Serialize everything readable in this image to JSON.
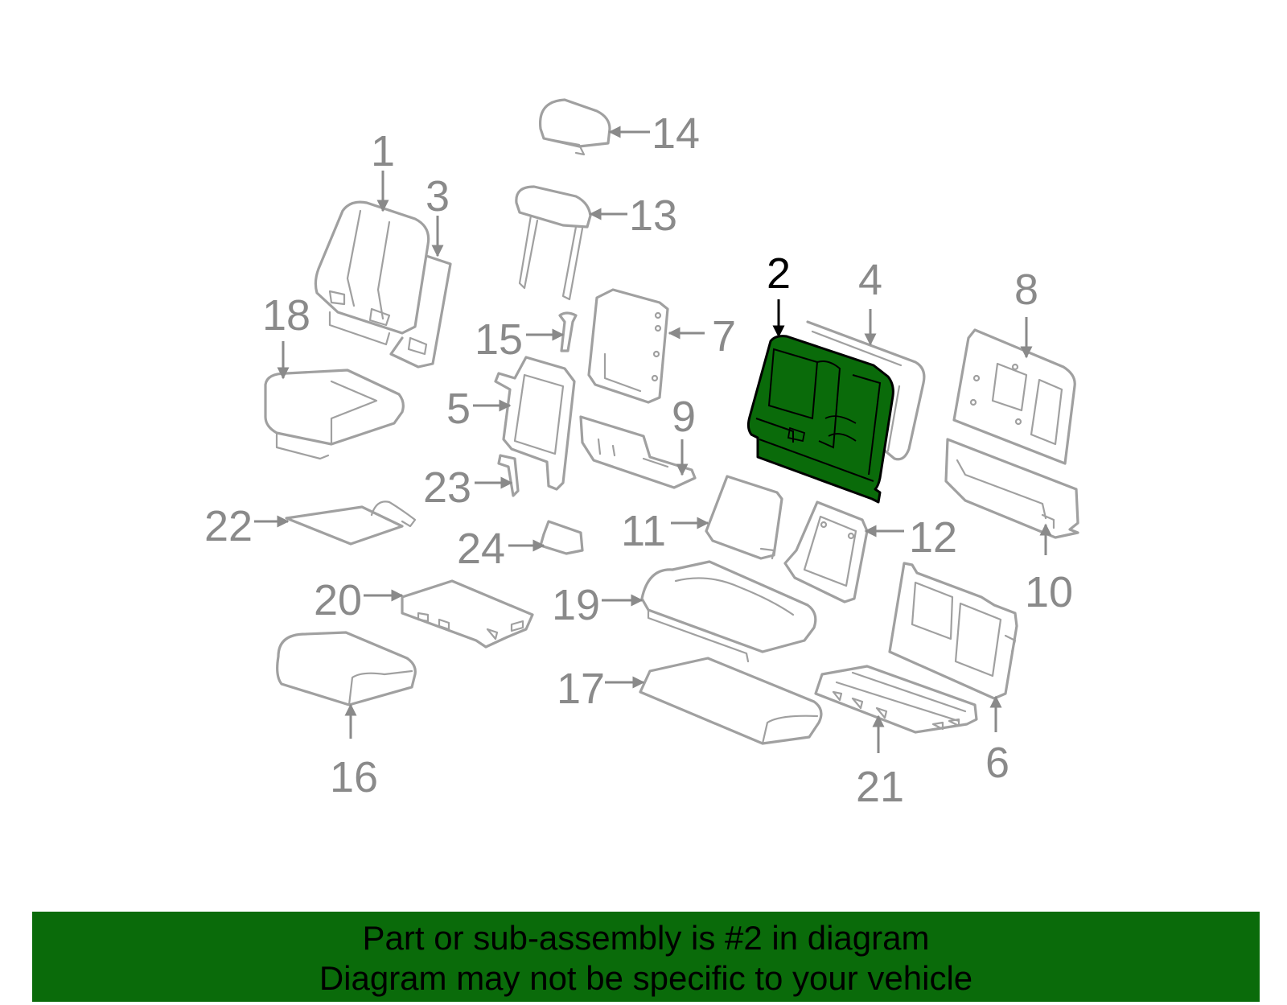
{
  "colors": {
    "part_stroke": "#a0a0a0",
    "highlight_fill": "#0a6b0a",
    "highlight_stroke": "#000000",
    "banner_background": "#0a6b0a",
    "text_default": "#8a8a8a",
    "text_highlight": "#000000"
  },
  "highlighted_part": "2",
  "callouts": [
    {
      "id": "1",
      "label": "1"
    },
    {
      "id": "2",
      "label": "2"
    },
    {
      "id": "3",
      "label": "3"
    },
    {
      "id": "4",
      "label": "4"
    },
    {
      "id": "5",
      "label": "5"
    },
    {
      "id": "6",
      "label": "6"
    },
    {
      "id": "7",
      "label": "7"
    },
    {
      "id": "8",
      "label": "8"
    },
    {
      "id": "9",
      "label": "9"
    },
    {
      "id": "10",
      "label": "10"
    },
    {
      "id": "11",
      "label": "11"
    },
    {
      "id": "12",
      "label": "12"
    },
    {
      "id": "13",
      "label": "13"
    },
    {
      "id": "14",
      "label": "14"
    },
    {
      "id": "15",
      "label": "15"
    },
    {
      "id": "16",
      "label": "16"
    },
    {
      "id": "17",
      "label": "17"
    },
    {
      "id": "18",
      "label": "18"
    },
    {
      "id": "19",
      "label": "19"
    },
    {
      "id": "20",
      "label": "20"
    },
    {
      "id": "21",
      "label": "21"
    },
    {
      "id": "22",
      "label": "22"
    },
    {
      "id": "23",
      "label": "23"
    },
    {
      "id": "24",
      "label": "24"
    }
  ],
  "banner": {
    "line1": "Part or sub-assembly is #2 in diagram",
    "line2": "Diagram may not be specific to your vehicle"
  }
}
